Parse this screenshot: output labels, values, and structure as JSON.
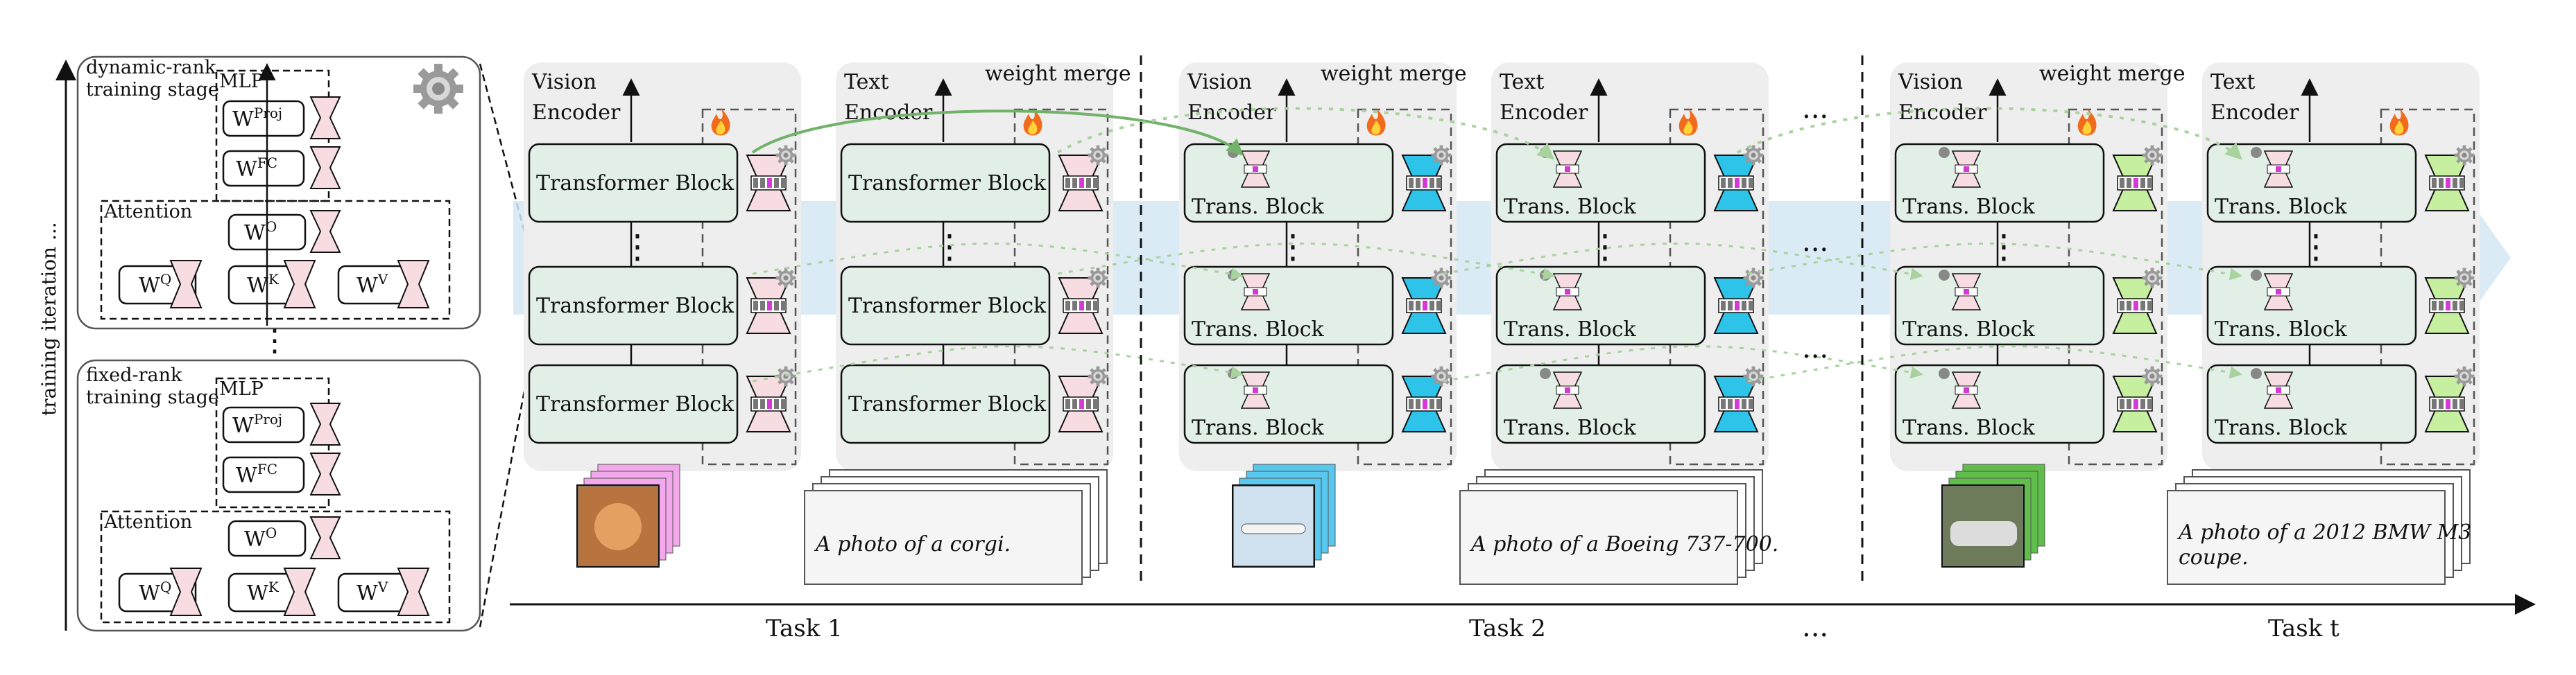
{
  "colors": {
    "panel": "#eeeeee",
    "block": "#e2efe6",
    "pink": "#f7dde1",
    "cyan": "#2ec4ea",
    "green": "#c6ef9f",
    "merge_arrow": "#72b26a",
    "flow": "#d5e8f5",
    "magenta": "#d63ad6"
  },
  "icons": [
    "gear-icon",
    "flame-icon",
    "up-arrow-icon",
    "dots-icon"
  ],
  "left": {
    "axis_label": "training iteration ...",
    "dynamic": {
      "title_line1": "dynamic-rank",
      "title_line2": "training stage",
      "mlp": "MLP",
      "w_proj": "W",
      "w_proj_sup": "Proj",
      "w_fc": "W",
      "w_fc_sup": "FC",
      "attention": "Attention",
      "w_o": "W",
      "w_o_sup": "O",
      "w_q": "W",
      "w_q_sup": "Q",
      "w_k": "W",
      "w_k_sup": "K",
      "w_v": "W",
      "w_v_sup": "V"
    },
    "fixed": {
      "title_line1": "fixed-rank",
      "title_line2": "training stage",
      "mlp": "MLP",
      "w_proj": "W",
      "w_proj_sup": "Proj",
      "w_fc": "W",
      "w_fc_sup": "FC",
      "attention": "Attention",
      "w_o": "W",
      "w_o_sup": "O",
      "w_q": "W",
      "w_q_sup": "Q",
      "w_k": "W",
      "w_k_sup": "K",
      "w_v": "W",
      "w_v_sup": "V"
    }
  },
  "tasks": [
    {
      "label": "Task 1",
      "vision_title": [
        "Vision",
        "Encoder"
      ],
      "text_title": [
        "Text",
        "Encoder"
      ],
      "block_label": "Transformer Block",
      "caption": "A photo of a corgi.",
      "weight_merge": "weight merge"
    },
    {
      "label": "Task 2",
      "vision_title": [
        "Vision",
        "Encoder"
      ],
      "text_title": [
        "Text",
        "Encoder"
      ],
      "block_label": "Trans. Block",
      "caption": "A photo of a Boeing 737-700.",
      "weight_merge": "weight merge"
    },
    {
      "label": "Task t",
      "vision_title": [
        "Vision",
        "Encoder"
      ],
      "text_title": [
        "Text",
        "Encoder"
      ],
      "block_label": "Trans. Block",
      "caption_line1": "A photo of a 2012 BMW M3",
      "caption_line2": "coupe.",
      "weight_merge": "weight merge"
    }
  ],
  "ellipsis": "...",
  "vdots": "⋮"
}
